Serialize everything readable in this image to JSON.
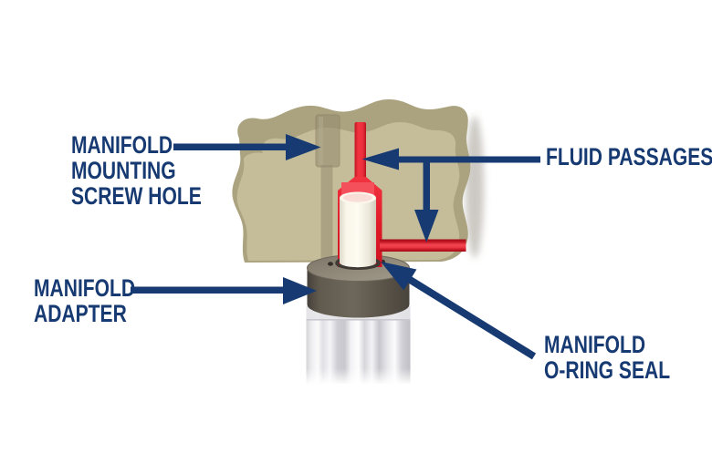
{
  "diagram": {
    "background": "#ffffff",
    "accent_navy": "#163a71",
    "labels": [
      {
        "id": "manifold-mounting-screw-hole",
        "lines": [
          "MANIFOLD",
          "MOUNTING",
          "SCREW HOLE"
        ]
      },
      {
        "id": "fluid-passages",
        "lines": [
          "FLUID PASSAGES"
        ]
      },
      {
        "id": "manifold-adapter",
        "lines": [
          "MANIFOLD",
          "ADAPTER"
        ]
      },
      {
        "id": "manifold-o-ring-seal",
        "lines": [
          "MANIFOLD",
          "O-RING SEAL"
        ]
      }
    ],
    "parts": {
      "manifold_block": "manifold block cutaway",
      "screw_hole": "manifold mounting screw hole",
      "fluid_passages": "fluid passages",
      "pressure_chamber": "pressure chamber with sensing cylinder",
      "adapter": "manifold adapter",
      "o_ring": "manifold o-ring seal",
      "sensor_body": "sensor body"
    },
    "colors": {
      "manifold_face": "#c5bd99",
      "manifold_edge": "#aba37f",
      "fluid_red": "#e6202d",
      "fluid_red_dark": "#b01220",
      "cylinder_cream": "#f7f3e7",
      "adapter_dark": "#5b544a",
      "adapter_top": "#8e8779",
      "body_gray": "#e9e9ec"
    }
  }
}
